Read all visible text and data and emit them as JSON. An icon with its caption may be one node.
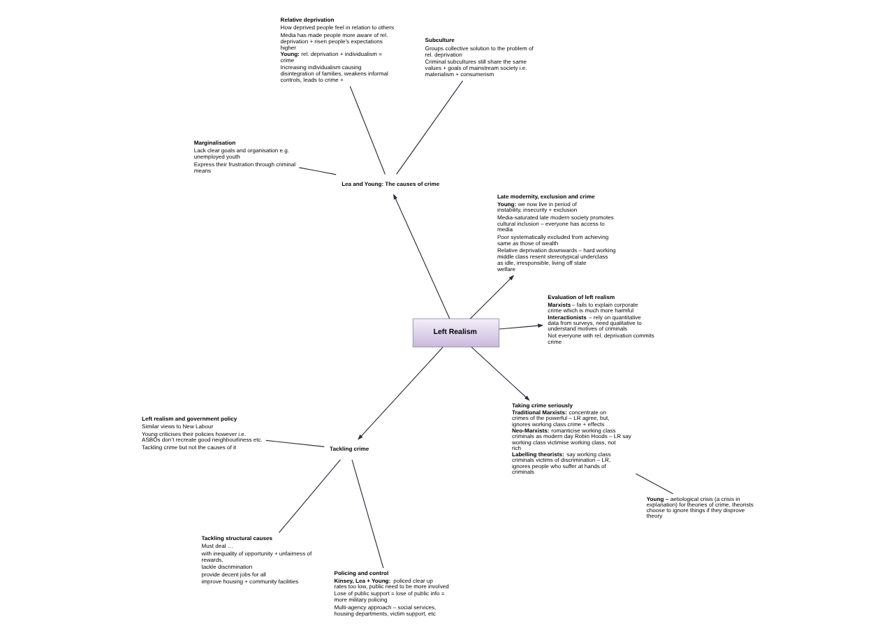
{
  "diagram": {
    "nodes": [
      {
        "text": [
          "Left Realism"
        ]
      },
      {
        "text": [
          "Taking crime seriously",
          "**Traditional Marxists:** concentrate on crimes of the powerful – LR agree, but, ignores working class crime + effects",
          "**Neo-Marxists:** romanticise working class criminals as modern day Robin Hoods – LR say working class victimise working class, not rich",
          "**Labelling theorists:** say working class criminals victims of discrimination – LR, ignores people who suffer at hands of criminals"
        ]
      },
      {
        "text": [
          "**Young –** aetiological crisis (a crisis in explanation) for theories of crime, theorists choose to ignore things if they disprove theory"
        ]
      },
      {
        "text": [
          "Relative deprivation",
          "How deprived people feel in relation to others",
          "Media has made people more aware of rel. deprivation + risen people’s expectations higher",
          "**Young:** rel. deprivation + individualism = crime",
          "Increasing individualism causing disintegration of families, weakens informal controls, leads to crime +"
        ]
      },
      {
        "text": [
          "Subculture",
          "Groups collective solution to the problem of rel. deprivation",
          "Criminal subcultures still share the same values + goals of mainstream society i.e. materialism + consumerism"
        ]
      },
      {
        "text": [
          "Lea and Young: The causes of crime"
        ]
      },
      {
        "text": [
          "Marginalisation",
          "Lack clear goals and organisation e.g. unemployed youth",
          "Express their frustration through criminal means"
        ]
      },
      {
        "text": [
          "Evaluation of left realism",
          "**Marxists** – fails to explain corporate crime which is much more harmful",
          "**Interactionists** – rely on quantitative data from surveys, need qualitative to understand motives of criminals",
          "Not everyone with rel. deprivation commits crime"
        ]
      },
      {
        "text": [
          "Tackling crime"
        ]
      },
      {
        "text": [
          "Policing and control",
          "**Kinsey, Lea + Young:** policed clear up rates too low, public need to be more involved",
          "Lose of public support = lose of public info = more military policing",
          "Multi-agency approach – social services, housing departments, victim support, etc"
        ]
      },
      {
        "text": [
          "Tackling structural causes",
          "Must deal …",
          "with inequality of opportunity + unfairness of rewards,",
          "tackle discrimination",
          "provide decent jobs for all",
          "improve housing + community facilities"
        ]
      },
      {
        "text": [
          "Left realism and government policy",
          "Similar views to New Labour",
          "Young criticises their policies however i.e. ASBOs don’t recreate good neighbourliness etc.",
          "Tackling crime but not the causes of it"
        ]
      },
      {
        "text": [
          "Late modernity, exclusion and crime",
          "**Young:** we now live in period of instability, insecurity + exclusion",
          "Media-saturated late modern society promotes cultural inclusion – everyone has access to media",
          "Poor systematically excluded from achieving same as those of wealth",
          "Relative deprivation downwards – hard working middle class resent stereotypical underclass as idle, irresponsible, living off state welfare"
        ]
      }
    ],
    "edges": [
      {
        "from": 0,
        "to": 1,
        "arrow": "to"
      },
      {
        "from": 1,
        "to": 2,
        "arrow": "none"
      },
      {
        "from": 0,
        "to": 5,
        "arrow": "to"
      },
      {
        "from": 3,
        "to": 5,
        "arrow": "none"
      },
      {
        "from": 4,
        "to": 5,
        "arrow": "none"
      },
      {
        "from": 5,
        "to": 6,
        "arrow": "none"
      },
      {
        "from": 0,
        "to": 7,
        "arrow": "to"
      },
      {
        "from": 0,
        "to": 8,
        "arrow": "to"
      },
      {
        "from": 8,
        "to": 10,
        "arrow": "none"
      },
      {
        "from": 8,
        "to": 9,
        "arrow": "none"
      },
      {
        "from": 8,
        "to": 11,
        "arrow": "none"
      },
      {
        "from": 0,
        "to": 12,
        "arrow": "to"
      }
    ]
  }
}
